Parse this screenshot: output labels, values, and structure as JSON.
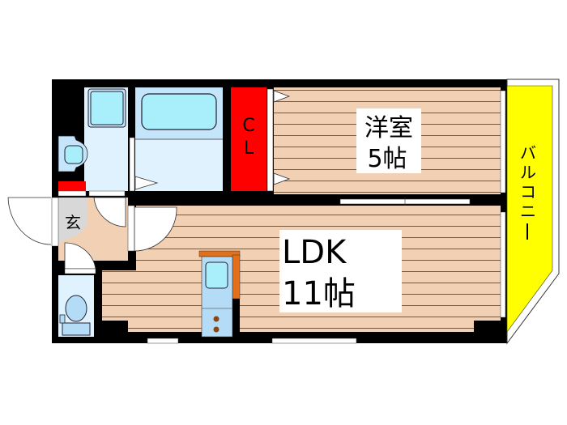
{
  "floorplan": {
    "rooms": {
      "western_room": {
        "name": "洋室",
        "size": "5帖"
      },
      "ldk": {
        "name": "LDK",
        "size": "11帖"
      },
      "closet": {
        "line1": "C",
        "line2": "L"
      },
      "entrance": {
        "name": "玄"
      },
      "balcony": {
        "name": "バルコニー",
        "chars": [
          "バ",
          "ル",
          "コ",
          "ニ",
          "ー"
        ]
      }
    },
    "colors": {
      "wall": "#000000",
      "floor_wood": "#f2d0b4",
      "floor_line": "#6b5a4e",
      "wet_area": "#dff2fd",
      "fixture": "#a8eefb",
      "closet": "#ff0000",
      "balcony": "#ffff00",
      "kitchen_counter": "#e2701a",
      "entrance_floor": "#d8d8d8",
      "hall_floor": "#f2d0b4"
    }
  }
}
